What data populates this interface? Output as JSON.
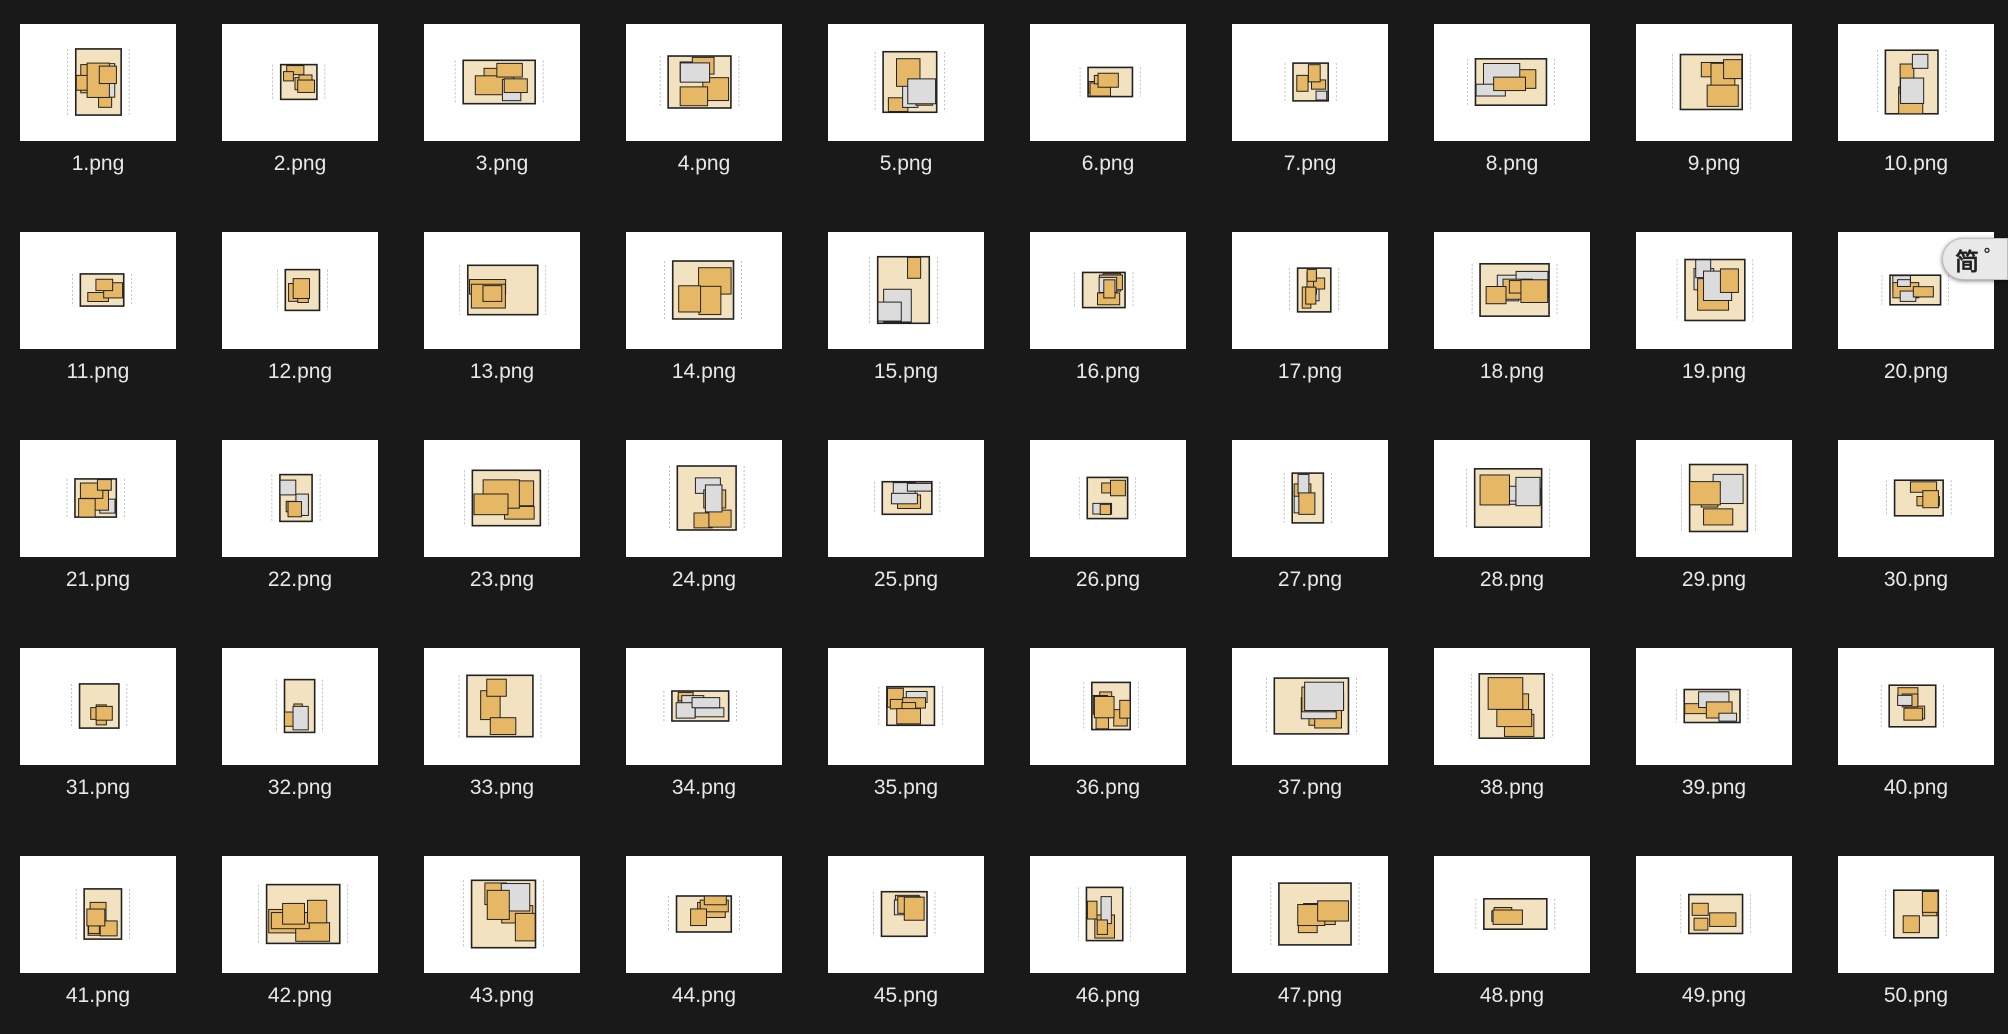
{
  "files": [
    {
      "name": "1.png"
    },
    {
      "name": "2.png"
    },
    {
      "name": "3.png"
    },
    {
      "name": "4.png"
    },
    {
      "name": "5.png"
    },
    {
      "name": "6.png"
    },
    {
      "name": "7.png"
    },
    {
      "name": "8.png"
    },
    {
      "name": "9.png"
    },
    {
      "name": "10.png"
    },
    {
      "name": "11.png"
    },
    {
      "name": "12.png"
    },
    {
      "name": "13.png"
    },
    {
      "name": "14.png"
    },
    {
      "name": "15.png"
    },
    {
      "name": "16.png"
    },
    {
      "name": "17.png"
    },
    {
      "name": "18.png"
    },
    {
      "name": "19.png"
    },
    {
      "name": "20.png"
    },
    {
      "name": "21.png"
    },
    {
      "name": "22.png"
    },
    {
      "name": "23.png"
    },
    {
      "name": "24.png"
    },
    {
      "name": "25.png"
    },
    {
      "name": "26.png"
    },
    {
      "name": "27.png"
    },
    {
      "name": "28.png"
    },
    {
      "name": "29.png"
    },
    {
      "name": "30.png"
    },
    {
      "name": "31.png"
    },
    {
      "name": "32.png"
    },
    {
      "name": "33.png"
    },
    {
      "name": "34.png"
    },
    {
      "name": "35.png"
    },
    {
      "name": "36.png"
    },
    {
      "name": "37.png"
    },
    {
      "name": "38.png"
    },
    {
      "name": "39.png"
    },
    {
      "name": "40.png"
    },
    {
      "name": "41.png"
    },
    {
      "name": "42.png"
    },
    {
      "name": "43.png"
    },
    {
      "name": "44.png"
    },
    {
      "name": "45.png"
    },
    {
      "name": "46.png"
    },
    {
      "name": "47.png"
    },
    {
      "name": "48.png"
    },
    {
      "name": "49.png"
    },
    {
      "name": "50.png"
    }
  ],
  "ime_indicator": {
    "mode_char": "简",
    "punct_symbol": "°"
  },
  "colors": {
    "background": "#191919",
    "label_text": "#e8e8e8",
    "thumb_bg": "#ffffff",
    "room_fill": "#e6b866",
    "hall_fill": "#f3e2c0",
    "wall": "#222222"
  },
  "icons": {
    "thumbnail": "floor-plan-thumbnail-icon"
  }
}
